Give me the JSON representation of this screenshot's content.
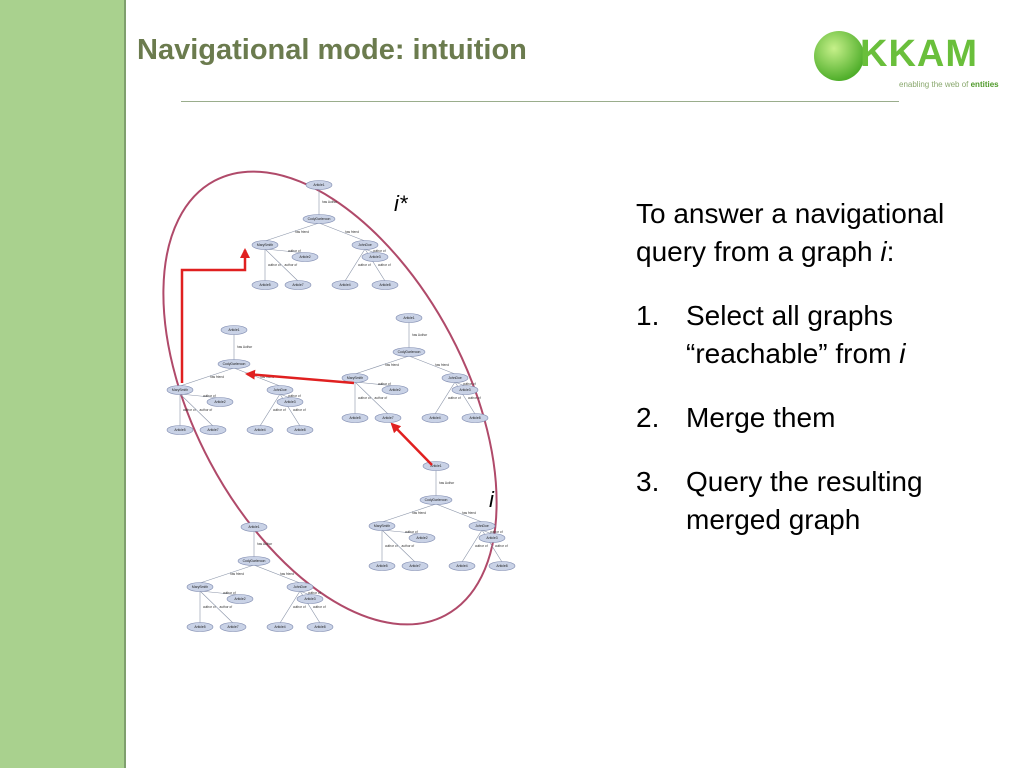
{
  "slide": {
    "title": "Navigational mode: intuition",
    "logo": {
      "word": "KKAM",
      "tagline_prefix": "enabling the web of ",
      "tagline_emph": "entities",
      "colors": {
        "green": "#6abf3b",
        "dark_green": "#4f9a2a"
      }
    },
    "sidebar_color": "#a9d18e"
  },
  "diagram": {
    "label_istar": "i*",
    "label_i": "i",
    "ellipse_color": "#b04a6a",
    "arrow_color": "#e02020",
    "graph_template": {
      "nodes": [
        "Article1",
        "CodyDarleroon",
        "MarySmith",
        "Article2",
        "Article3",
        "JohnDoe",
        "Article5",
        "Article7",
        "Article4",
        "Article8"
      ],
      "edges": [
        "has Author",
        "has friend",
        "has friend",
        "author of",
        "author of",
        "author of",
        "author of",
        "author of",
        "author of"
      ]
    }
  },
  "instructions": {
    "intro_before": "To answer a navigational query from a graph ",
    "intro_var": "i",
    "intro_after": ":",
    "steps": [
      {
        "num": "1.",
        "text_before": "Select all graphs “reachable” from ",
        "var": "i"
      },
      {
        "num": "2.",
        "text_before": "Merge them",
        "var": ""
      },
      {
        "num": "3.",
        "text_before": "Query the resulting merged graph",
        "var": ""
      }
    ]
  }
}
